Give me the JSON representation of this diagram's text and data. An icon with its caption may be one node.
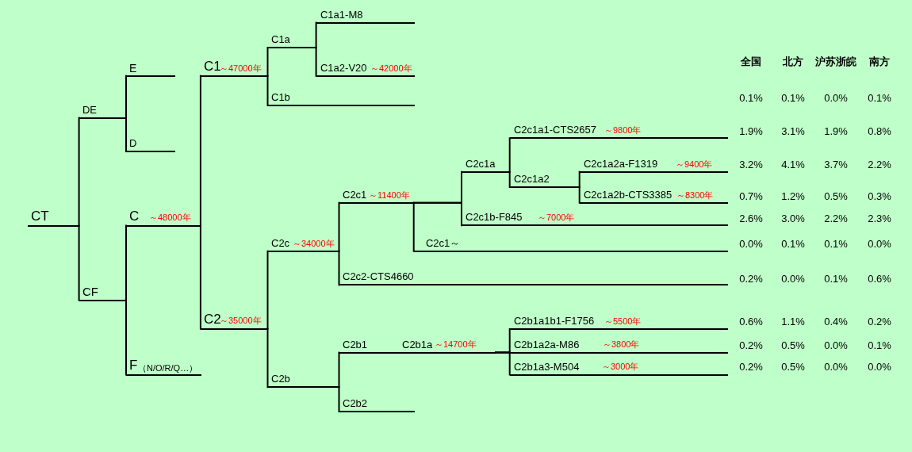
{
  "diagram": {
    "nodes": [
      {
        "text": [
          "CT"
        ]
      },
      {
        "text": [
          "DE"
        ]
      },
      {
        "text": [
          "E"
        ]
      },
      {
        "text": [
          "D"
        ]
      },
      {
        "text": [
          "CF"
        ]
      },
      {
        "text": [
          "C",
          "～48000年"
        ]
      },
      {
        "text": [
          "C1",
          "～47000年"
        ]
      },
      {
        "text": [
          "C1a"
        ]
      },
      {
        "text": [
          "C1a1-M8"
        ]
      },
      {
        "text": [
          "C1a2-V20",
          "～42000年"
        ]
      },
      {
        "text": [
          "C1b"
        ]
      },
      {
        "text": [
          "C2",
          "～35000年"
        ]
      },
      {
        "text": [
          "C2c",
          "～34000年"
        ]
      },
      {
        "text": [
          "C2c1",
          "～11400年"
        ]
      },
      {
        "text": [
          "C2c1a"
        ]
      },
      {
        "text": [
          "C2c1a1-CTS2657",
          "～9800年"
        ]
      },
      {
        "text": [
          "C2c1a2"
        ]
      },
      {
        "text": [
          "C2c1a2a-F1319",
          "～9400年"
        ]
      },
      {
        "text": [
          "C2c1a2b-CTS3385",
          "～8300年"
        ]
      },
      {
        "text": [
          "C2c1b-F845",
          "～7000年"
        ]
      },
      {
        "text": [
          "C2c1～"
        ]
      },
      {
        "text": [
          "C2c2-CTS4660"
        ]
      },
      {
        "text": [
          "C2b"
        ]
      },
      {
        "text": [
          "C2b1",
          "C2b1a",
          "～14700年"
        ]
      },
      {
        "text": [
          "C2b1a1b1-F1756",
          "～5500年"
        ]
      },
      {
        "text": [
          "C2b1a2a-M86",
          "～3800年"
        ]
      },
      {
        "text": [
          "C2b1a3-M504",
          "～3000年"
        ]
      },
      {
        "text": [
          "C2b2"
        ]
      },
      {
        "text": [
          "F",
          "（N/O/R/Q…）"
        ]
      }
    ],
    "edges": [
      {
        "from": 0,
        "to": 1,
        "arrow": "none"
      },
      {
        "from": 0,
        "to": 4,
        "arrow": "none"
      },
      {
        "from": 1,
        "to": 2,
        "arrow": "none"
      },
      {
        "from": 1,
        "to": 3,
        "arrow": "none"
      },
      {
        "from": 4,
        "to": 5,
        "arrow": "none"
      },
      {
        "from": 4,
        "to": 28,
        "arrow": "none"
      },
      {
        "from": 5,
        "to": 6,
        "arrow": "none"
      },
      {
        "from": 5,
        "to": 11,
        "arrow": "none"
      },
      {
        "from": 6,
        "to": 7,
        "arrow": "none"
      },
      {
        "from": 6,
        "to": 10,
        "arrow": "none"
      },
      {
        "from": 7,
        "to": 8,
        "arrow": "none"
      },
      {
        "from": 7,
        "to": 9,
        "arrow": "none"
      },
      {
        "from": 11,
        "to": 12,
        "arrow": "none"
      },
      {
        "from": 11,
        "to": 22,
        "arrow": "none"
      },
      {
        "from": 12,
        "to": 13,
        "arrow": "none"
      },
      {
        "from": 12,
        "to": 21,
        "arrow": "none"
      },
      {
        "from": 13,
        "to": 14,
        "arrow": "none"
      },
      {
        "from": 13,
        "to": 19,
        "arrow": "none"
      },
      {
        "from": 13,
        "to": 20,
        "arrow": "none"
      },
      {
        "from": 14,
        "to": 15,
        "arrow": "none"
      },
      {
        "from": 14,
        "to": 16,
        "arrow": "none"
      },
      {
        "from": 16,
        "to": 17,
        "arrow": "none"
      },
      {
        "from": 16,
        "to": 18,
        "arrow": "none"
      },
      {
        "from": 22,
        "to": 23,
        "arrow": "none"
      },
      {
        "from": 22,
        "to": 27,
        "arrow": "none"
      },
      {
        "from": 23,
        "to": 24,
        "arrow": "none"
      },
      {
        "from": 23,
        "to": 25,
        "arrow": "none"
      },
      {
        "from": 23,
        "to": 26,
        "arrow": "none"
      }
    ],
    "labels": [
      "全国",
      "北方",
      "沪苏浙皖",
      "南方",
      "0.1%",
      "0.1%",
      "0.0%",
      "0.1%",
      "1.9%",
      "3.1%",
      "1.9%",
      "0.8%",
      "3.2%",
      "4.1%",
      "3.7%",
      "2.2%",
      "0.7%",
      "1.2%",
      "0.5%",
      "0.3%",
      "2.6%",
      "3.0%",
      "2.2%",
      "2.3%",
      "0.0%",
      "0.1%",
      "0.1%",
      "0.0%",
      "0.2%",
      "0.0%",
      "0.1%",
      "0.6%",
      "0.6%",
      "1.1%",
      "0.4%",
      "0.2%",
      "0.2%",
      "0.5%",
      "0.0%",
      "0.1%",
      "0.2%",
      "0.5%",
      "0.0%",
      "0.0%"
    ]
  }
}
